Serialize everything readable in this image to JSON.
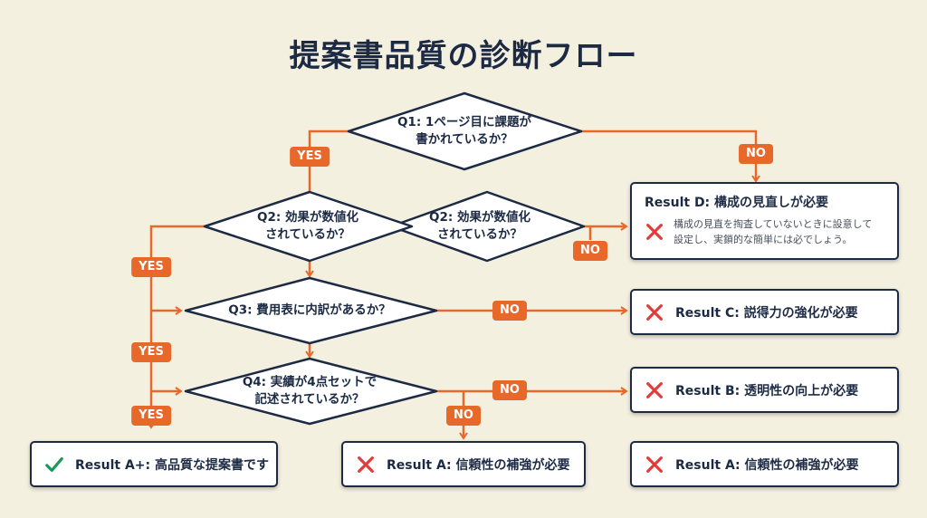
{
  "title": "提案書品質の診断フロー",
  "colors": {
    "background": "#f4f0e0",
    "connector": "#e8682a",
    "outline": "#1c2a44",
    "fail": "#e03c3c",
    "pass": "#1a9a5a"
  },
  "questions": {
    "q1": {
      "line1": "Q1: 1ページ目に課題が",
      "line2": "書かれているか？"
    },
    "q2a": {
      "line1": "Q2: 効果が数値化",
      "line2": "されているか？"
    },
    "q2b": {
      "line1": "Q2: 効果が数値化",
      "line2": "されているか？"
    },
    "q3": {
      "line1": "Q3: 費用表に内訳があるか？"
    },
    "q4": {
      "line1": "Q4: 実績が4点セットで",
      "line2": "記述されているか？"
    }
  },
  "labels": {
    "yes": "YES",
    "no": "NO"
  },
  "results": {
    "d": {
      "title": "Result D: 構成の見直しが必要",
      "desc_line1": "構成の見直を掏査していないときに設意して",
      "desc_line2": "設定し、実鎖的な簡単には必でしょう。",
      "icon": "cross-icon"
    },
    "c": {
      "text": "Result C: 説得力の強化が必要",
      "icon": "cross-icon"
    },
    "b": {
      "text": "Result B: 透明性の向上が必要",
      "icon": "cross-icon"
    },
    "a_plus": {
      "text": "Result A+: 高品質な提案書です",
      "icon": "check-icon"
    },
    "a_mid": {
      "text": "Result A: 信頼性の補強が必要",
      "icon": "cross-icon"
    },
    "a_right": {
      "text": "Result A: 信頼性の補強が必要",
      "icon": "cross-icon"
    }
  }
}
